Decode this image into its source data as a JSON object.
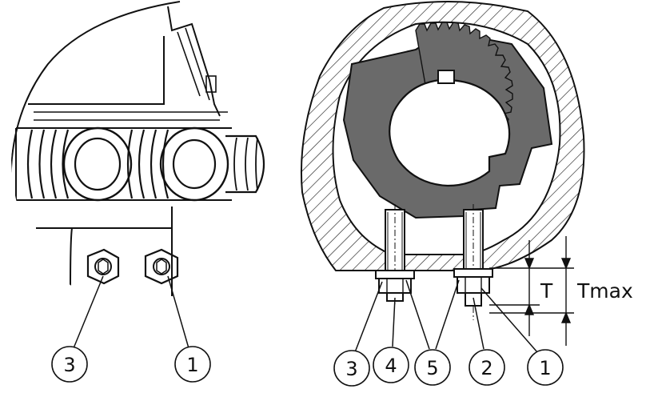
{
  "figure": {
    "left_view": {
      "callouts": [
        "3",
        "1"
      ]
    },
    "right_view": {
      "callouts": [
        "3",
        "4",
        "5",
        "2",
        "1"
      ],
      "dimension_labels": {
        "t": "T",
        "tmax": "Tmax"
      }
    }
  },
  "colors": {
    "line": "#111111",
    "fill_dark": "#6a6a6a",
    "background": "#ffffff"
  }
}
